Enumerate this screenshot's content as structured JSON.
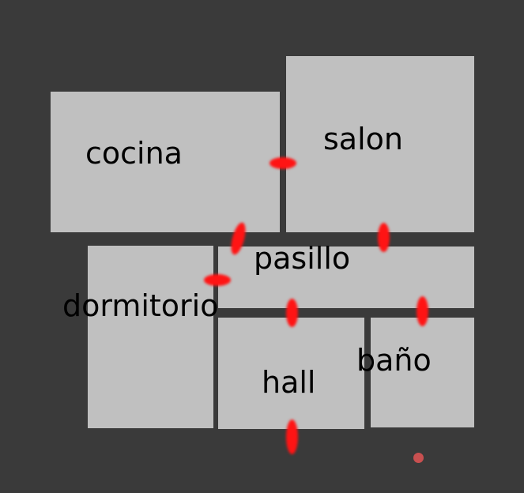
{
  "rooms": {
    "cocina": "cocina",
    "salon": "salon",
    "pasillo": "pasillo",
    "dormitorio": "dormitorio",
    "hall": "hall",
    "bano": "baño"
  },
  "colors": {
    "background": "#3a3a3a",
    "room_fill": "#c0c0c0",
    "door": "#ff1414",
    "marker": "#c85050",
    "text": "#000000"
  }
}
